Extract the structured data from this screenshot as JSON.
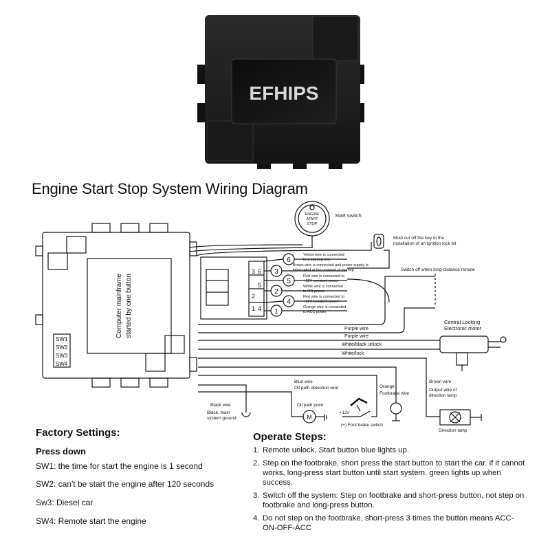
{
  "product": {
    "brand": "EFHIPS"
  },
  "title": "Engine Start Stop System Wiring Diagram",
  "start_switch": {
    "button_text": [
      "ENGINE",
      "ATART",
      "STOP"
    ],
    "label": "Start switch"
  },
  "ignition_note": [
    "Must cut off the key in the",
    "installation of an ignition lock bit"
  ],
  "mainframe": {
    "label_line1": "Computer mainframe",
    "label_line2": "started by one button",
    "switches": [
      "SW1",
      "SW2",
      "SW3",
      "SW4"
    ]
  },
  "connector": {
    "pins": [
      {
        "n": "6",
        "lines": [
          "Yellow wire is connected",
          "to a starting wire"
        ]
      },
      {
        "n": "3",
        "lines": [
          "Brown wire is connected and power supply is",
          "interrupted at the moment of starting"
        ]
      },
      {
        "n": "5",
        "lines": [
          "Red wire is connected to",
          "+12V constant power"
        ]
      },
      {
        "n": "2",
        "lines": [
          "White wire is connected",
          "to ON power"
        ]
      },
      {
        "n": "4",
        "lines": [
          "Red wire is connected to",
          "+12V constant power"
        ]
      },
      {
        "n": "1",
        "lines": [
          "Orange wire is connected",
          "to ACC power"
        ]
      }
    ],
    "block_numbers": [
      "3",
      "6",
      "5",
      "2",
      "1",
      "4"
    ]
  },
  "switch_off_label": "Switch off when long-distance remote",
  "wires": [
    "Purple wire",
    "Purple wire",
    "White/black unlock",
    "White/lock"
  ],
  "central_locking": [
    "Central Locking",
    "Electronic motor"
  ],
  "bottom": {
    "black_wire": [
      "Black wire",
      "Black: main",
      "system ground"
    ],
    "blue_wire": [
      "Blue wire",
      "Oil path detection wire"
    ],
    "oil_point": "Oil path point",
    "orange": [
      "Orange",
      "Footbrake wire"
    ],
    "plus12": "+12V",
    "foot_switch": "(+) Foot brake switch",
    "brown": [
      "Brown wire",
      "Output wire of",
      "direction lamp"
    ],
    "direction_lamp": "Direction lamp",
    "motor_symbol": "M"
  },
  "factory": {
    "title": "Factory Settings:",
    "press": "Press down",
    "items": [
      "SW1: the time for start the engine is 1 second",
      "SW2: can't be start the engine after 120 seconds",
      "Sw3: Diesel car",
      "SW4: Remote start the engine"
    ]
  },
  "operate": {
    "title": "Operate Steps:",
    "steps": [
      {
        "n": "1.",
        "text": "Remote unlock, Start button blue lights up."
      },
      {
        "n": "2.",
        "text": "Step on the footbrake, short press the start button to start the car. if it cannot works, long-press start button until start system. green lights up when success."
      },
      {
        "n": "3.",
        "text": "Switch off  the system: Step on footbrake and short-press button, not step on footbrake and long-press button."
      },
      {
        "n": "4.",
        "text": "Do not step on the footbrake, short-press 3 times the button means ACC-ON-OFF-ACC"
      }
    ]
  }
}
